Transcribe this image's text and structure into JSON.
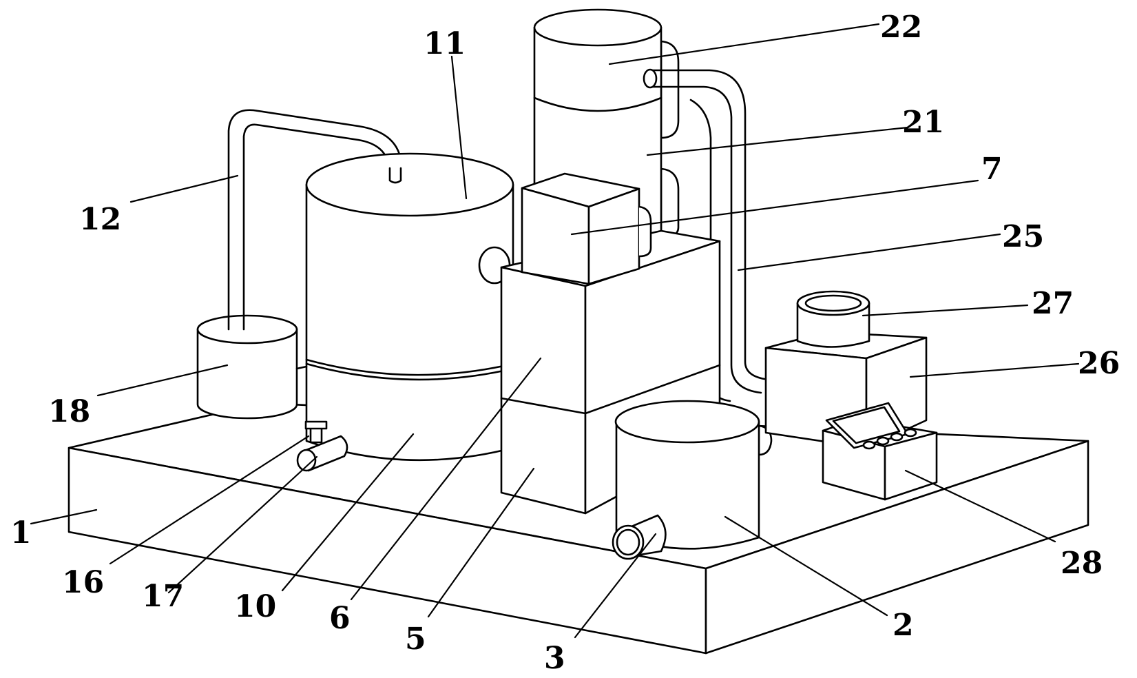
{
  "labels": {
    "l1": "1",
    "l2": "2",
    "l3": "3",
    "l5": "5",
    "l6": "6",
    "l7": "7",
    "l10": "10",
    "l11": "11",
    "l12": "12",
    "l16": "16",
    "l17": "17",
    "l18": "18",
    "l21": "21",
    "l22": "22",
    "l25": "25",
    "l26": "26",
    "l27": "27",
    "l28": "28"
  }
}
